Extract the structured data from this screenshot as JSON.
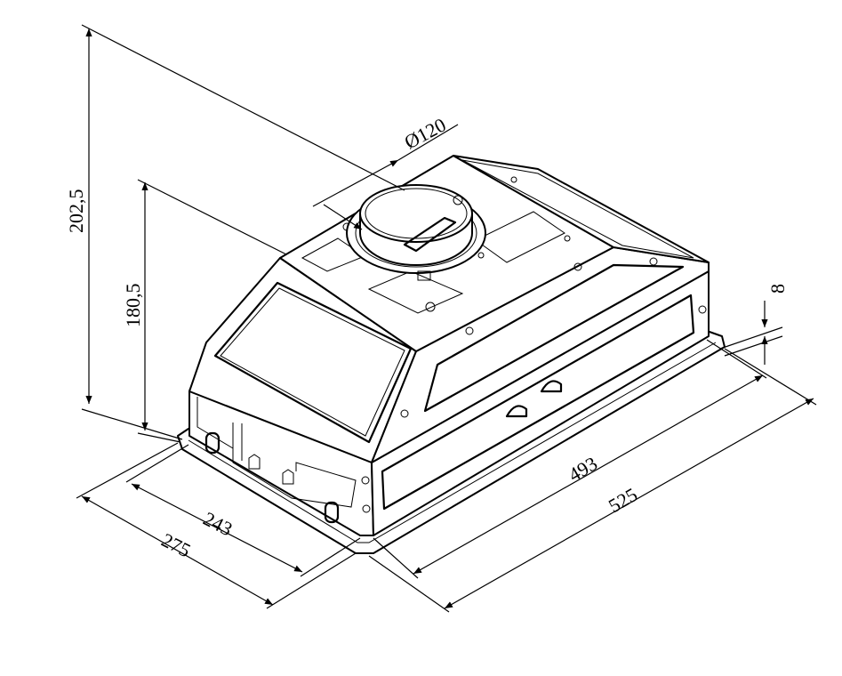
{
  "drawing": {
    "dimensions": {
      "total_height": "202,5",
      "body_height": "180,5",
      "outlet_diameter": "Ø120",
      "flange_thickness": "8",
      "body_length": "493",
      "total_length": "525",
      "body_depth": "243",
      "total_depth": "275"
    }
  }
}
